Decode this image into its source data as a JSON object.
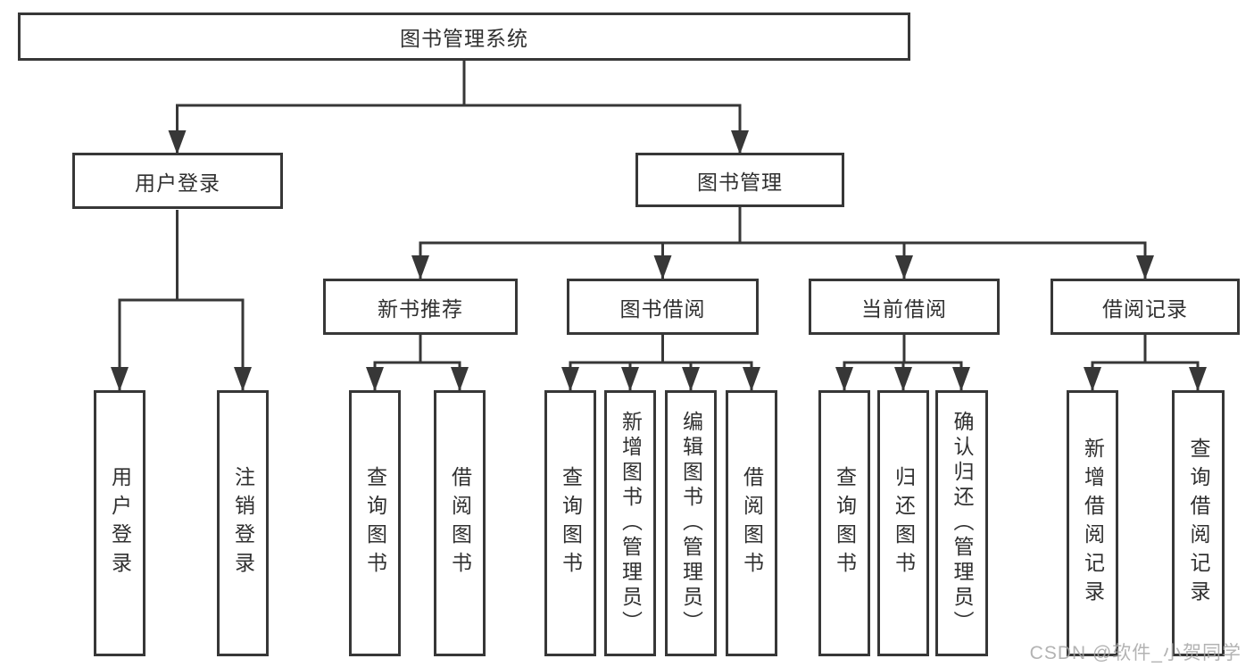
{
  "diagram": {
    "root": {
      "label": "图书管理系统"
    },
    "level2": [
      {
        "label": "用户登录"
      },
      {
        "label": "图书管理"
      }
    ],
    "level3": [
      {
        "label": "新书推荐"
      },
      {
        "label": "图书借阅"
      },
      {
        "label": "当前借阅"
      },
      {
        "label": "借阅记录"
      }
    ],
    "leaves": {
      "user_login": [
        "用户登录",
        "注销登录"
      ],
      "new_books": [
        "查询图书",
        "借阅图书"
      ],
      "book_borrow": [
        "查询图书",
        "新增图书（管理员）",
        "编辑图书（管理员）",
        "借阅图书"
      ],
      "current_borrow": [
        "查询图书",
        "归还图书",
        "确认归还（管理员）"
      ],
      "borrow_records": [
        "新增借阅记录",
        "查询借阅记录"
      ]
    }
  },
  "watermark": {
    "text": "CSDN @软件_小贺同学"
  },
  "colors": {
    "line": "#373737",
    "box_fill": "#ffffff",
    "text": "#303030",
    "watermark": "#a6a6a6"
  }
}
